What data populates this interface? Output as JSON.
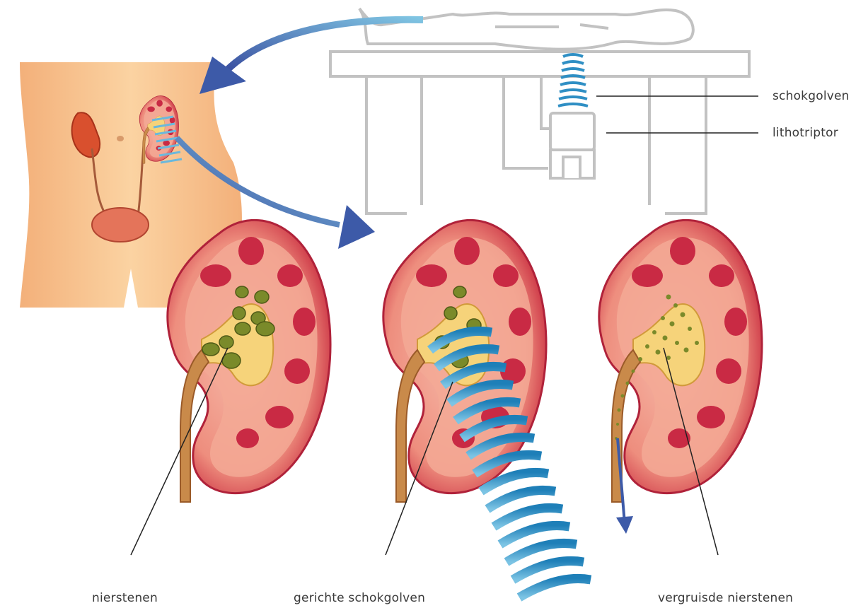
{
  "labels": {
    "shockwaves": "schokgolven",
    "lithotripter": "lithotriptor",
    "stones": "nierstenen",
    "directed_waves": "gerichte schokgolven",
    "crushed_stones": "vergruisde nierstenen"
  },
  "colors": {
    "line_gray": "#c2c2c2",
    "wave_blue": "#2f8fc4",
    "arrow_blue": "#3d5aa8",
    "kidney_pink": "#f0a08c",
    "kidney_red": "#c8283c",
    "skin": "#f8c48c",
    "stone_olive": "#7a8a2a"
  }
}
